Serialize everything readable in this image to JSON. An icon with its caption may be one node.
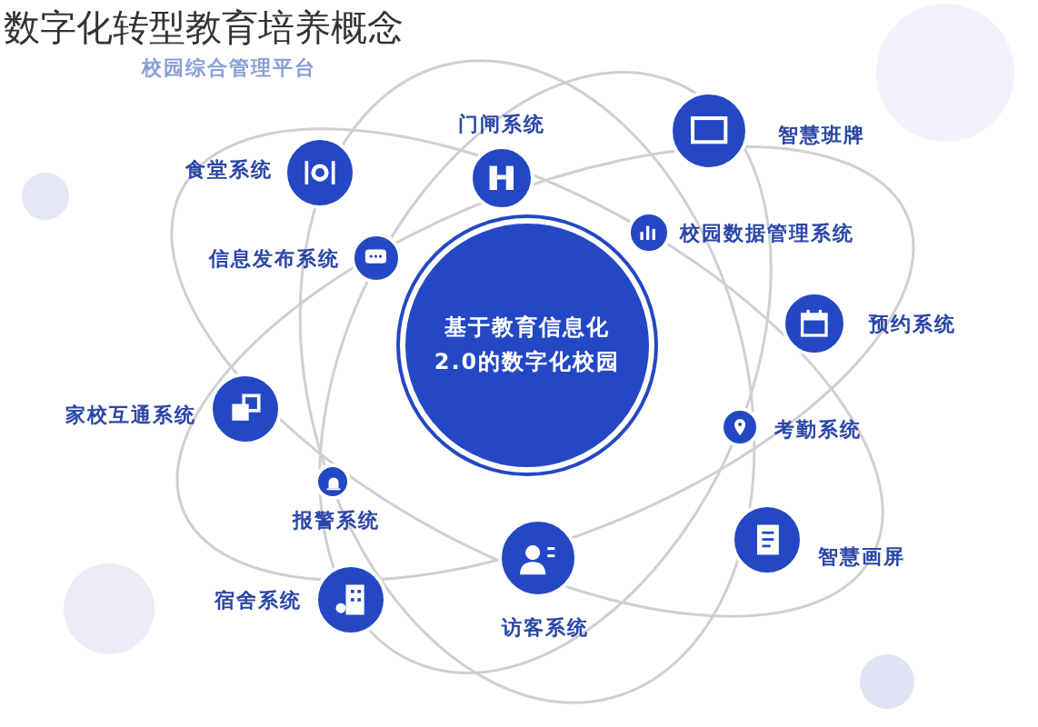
{
  "diagram": {
    "title": "数字化转型教育培养概念",
    "nodes": [
      {
        "text": [
          "基于教育信息化 2.0的数字化校园"
        ]
      },
      {
        "text": [],
        "shape": "circle",
        "beside": [
          "门闸系统"
        ]
      },
      {
        "text": [],
        "shape": "circle",
        "beside": [
          "智慧班牌"
        ]
      },
      {
        "text": [],
        "shape": "circle",
        "beside": [
          "食堂系统"
        ]
      },
      {
        "text": [],
        "shape": "circle",
        "beside": [
          "信息发布系统"
        ]
      },
      {
        "text": [],
        "shape": "circle",
        "beside": [
          "校园数据管理系统"
        ]
      },
      {
        "text": [],
        "shape": "circle",
        "beside": [
          "预约系统"
        ]
      },
      {
        "text": [],
        "shape": "circle",
        "beside": [
          "家校互通系统"
        ]
      },
      {
        "text": [],
        "shape": "circle",
        "beside": [
          "考勤系统"
        ]
      },
      {
        "text": [],
        "shape": "circle",
        "beside": [
          "报警系统"
        ]
      },
      {
        "text": [],
        "shape": "circle",
        "beside": [
          "智慧画屏"
        ]
      },
      {
        "text": [],
        "shape": "circle",
        "beside": [
          "访客系统"
        ]
      },
      {
        "text": [],
        "shape": "circle",
        "beside": [
          "宿舍系统"
        ]
      }
    ],
    "labels": [
      "校园综合管理平台"
    ]
  }
}
